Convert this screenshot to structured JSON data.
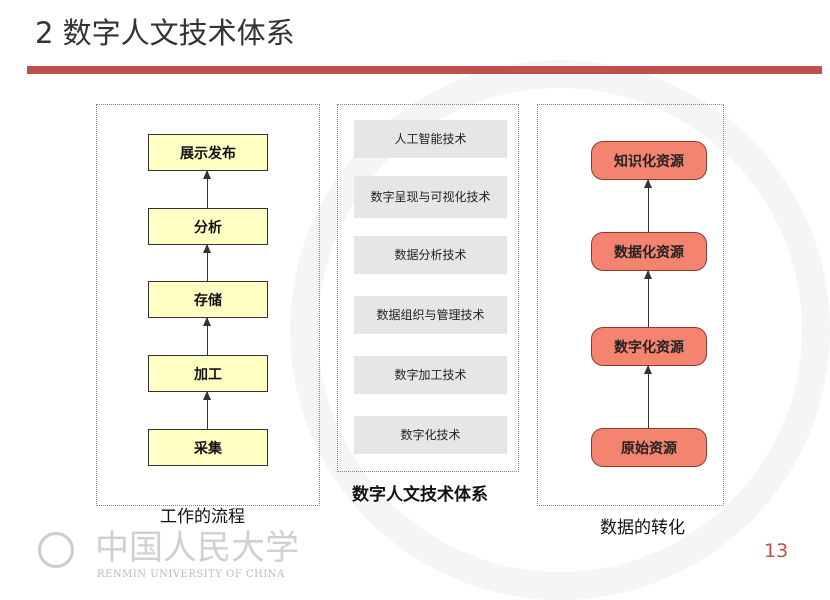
{
  "title": "2 数字人文技术体系",
  "workflow": {
    "caption": "工作的流程",
    "steps": [
      "展示发布",
      "分析",
      "存储",
      "加工",
      "采集"
    ]
  },
  "tech": {
    "caption": "数字人文技术体系",
    "items": [
      "人工智能技术",
      "数字呈现与可视化技术",
      "数据分析技术",
      "数据组织与管理技术",
      "数字加工技术",
      "数字化技术"
    ]
  },
  "data": {
    "caption": "数据的转化",
    "steps": [
      "知识化资源",
      "数据化资源",
      "数字化资源",
      "原始资源"
    ]
  },
  "logo": {
    "cn": "中国人民大学",
    "en": "RENMIN UNIVERSITY OF CHINA"
  },
  "page_number": "13",
  "colors": {
    "accent": "#c0504d",
    "workflow_fill": "#ffffc4",
    "data_fill": "#f4846f",
    "tech_fill": "#e6e6e6"
  }
}
